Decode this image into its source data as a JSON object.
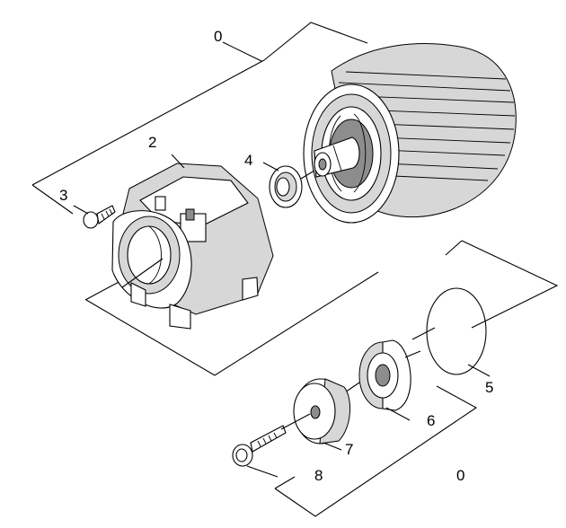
{
  "diagram": {
    "labels": {
      "group_upper": "0",
      "housing": "2",
      "screw_upper": "3",
      "seal_ring": "4",
      "o_ring": "5",
      "bearing": "6",
      "cover": "7",
      "screw_lower": "8",
      "group_lower": "0"
    }
  }
}
